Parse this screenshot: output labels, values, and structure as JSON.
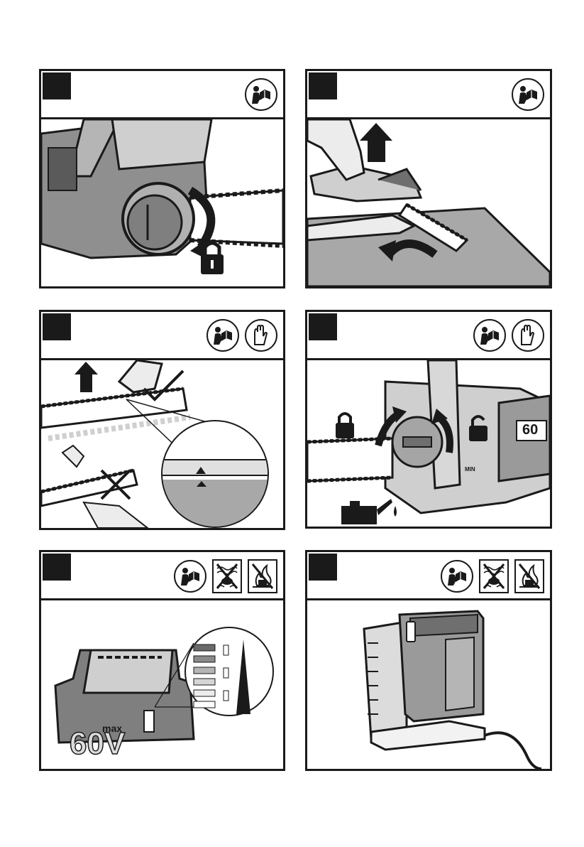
{
  "panels": [
    {
      "icons": [
        "read-manual-icon"
      ]
    },
    {
      "icons": [
        "read-manual-icon"
      ]
    },
    {
      "icons": [
        "read-manual-icon",
        "gloves-icon"
      ]
    },
    {
      "icons": [
        "read-manual-icon",
        "gloves-icon"
      ]
    },
    {
      "icons": [
        "read-manual-icon",
        "no-water-icon",
        "no-fire-icon"
      ]
    },
    {
      "icons": [
        "read-manual-icon",
        "no-water-icon",
        "no-fire-icon"
      ]
    }
  ],
  "labels": {
    "oil_min": "MIN",
    "battery_voltage": "60",
    "battery_voltage_unit": "V",
    "battery_max": "max",
    "battery_60_badge": "60"
  },
  "colors": {
    "ink": "#1a1a1a",
    "tool_gray": "#9a9a9a",
    "light_gray": "#d9d9d9"
  }
}
